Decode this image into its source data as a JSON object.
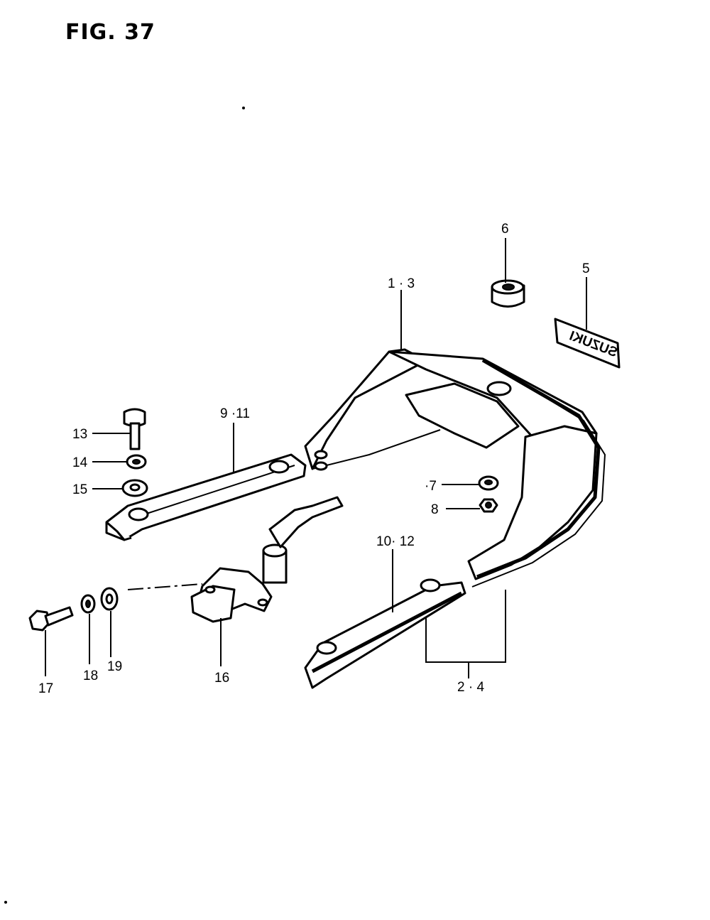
{
  "figure": {
    "title": "FIG. 37"
  },
  "callouts": {
    "c1": "1 · 3",
    "c2": "2 · 4",
    "c5": "5",
    "c6": "6",
    "c7": "·7",
    "c8": "8",
    "c9": "9 ·11",
    "c10": "10· 12",
    "c13": "13",
    "c14": "14",
    "c15": "15",
    "c16": "16",
    "c17": "17",
    "c18": "18",
    "c19": "19"
  },
  "emblem": {
    "text": "SUZUKI"
  }
}
